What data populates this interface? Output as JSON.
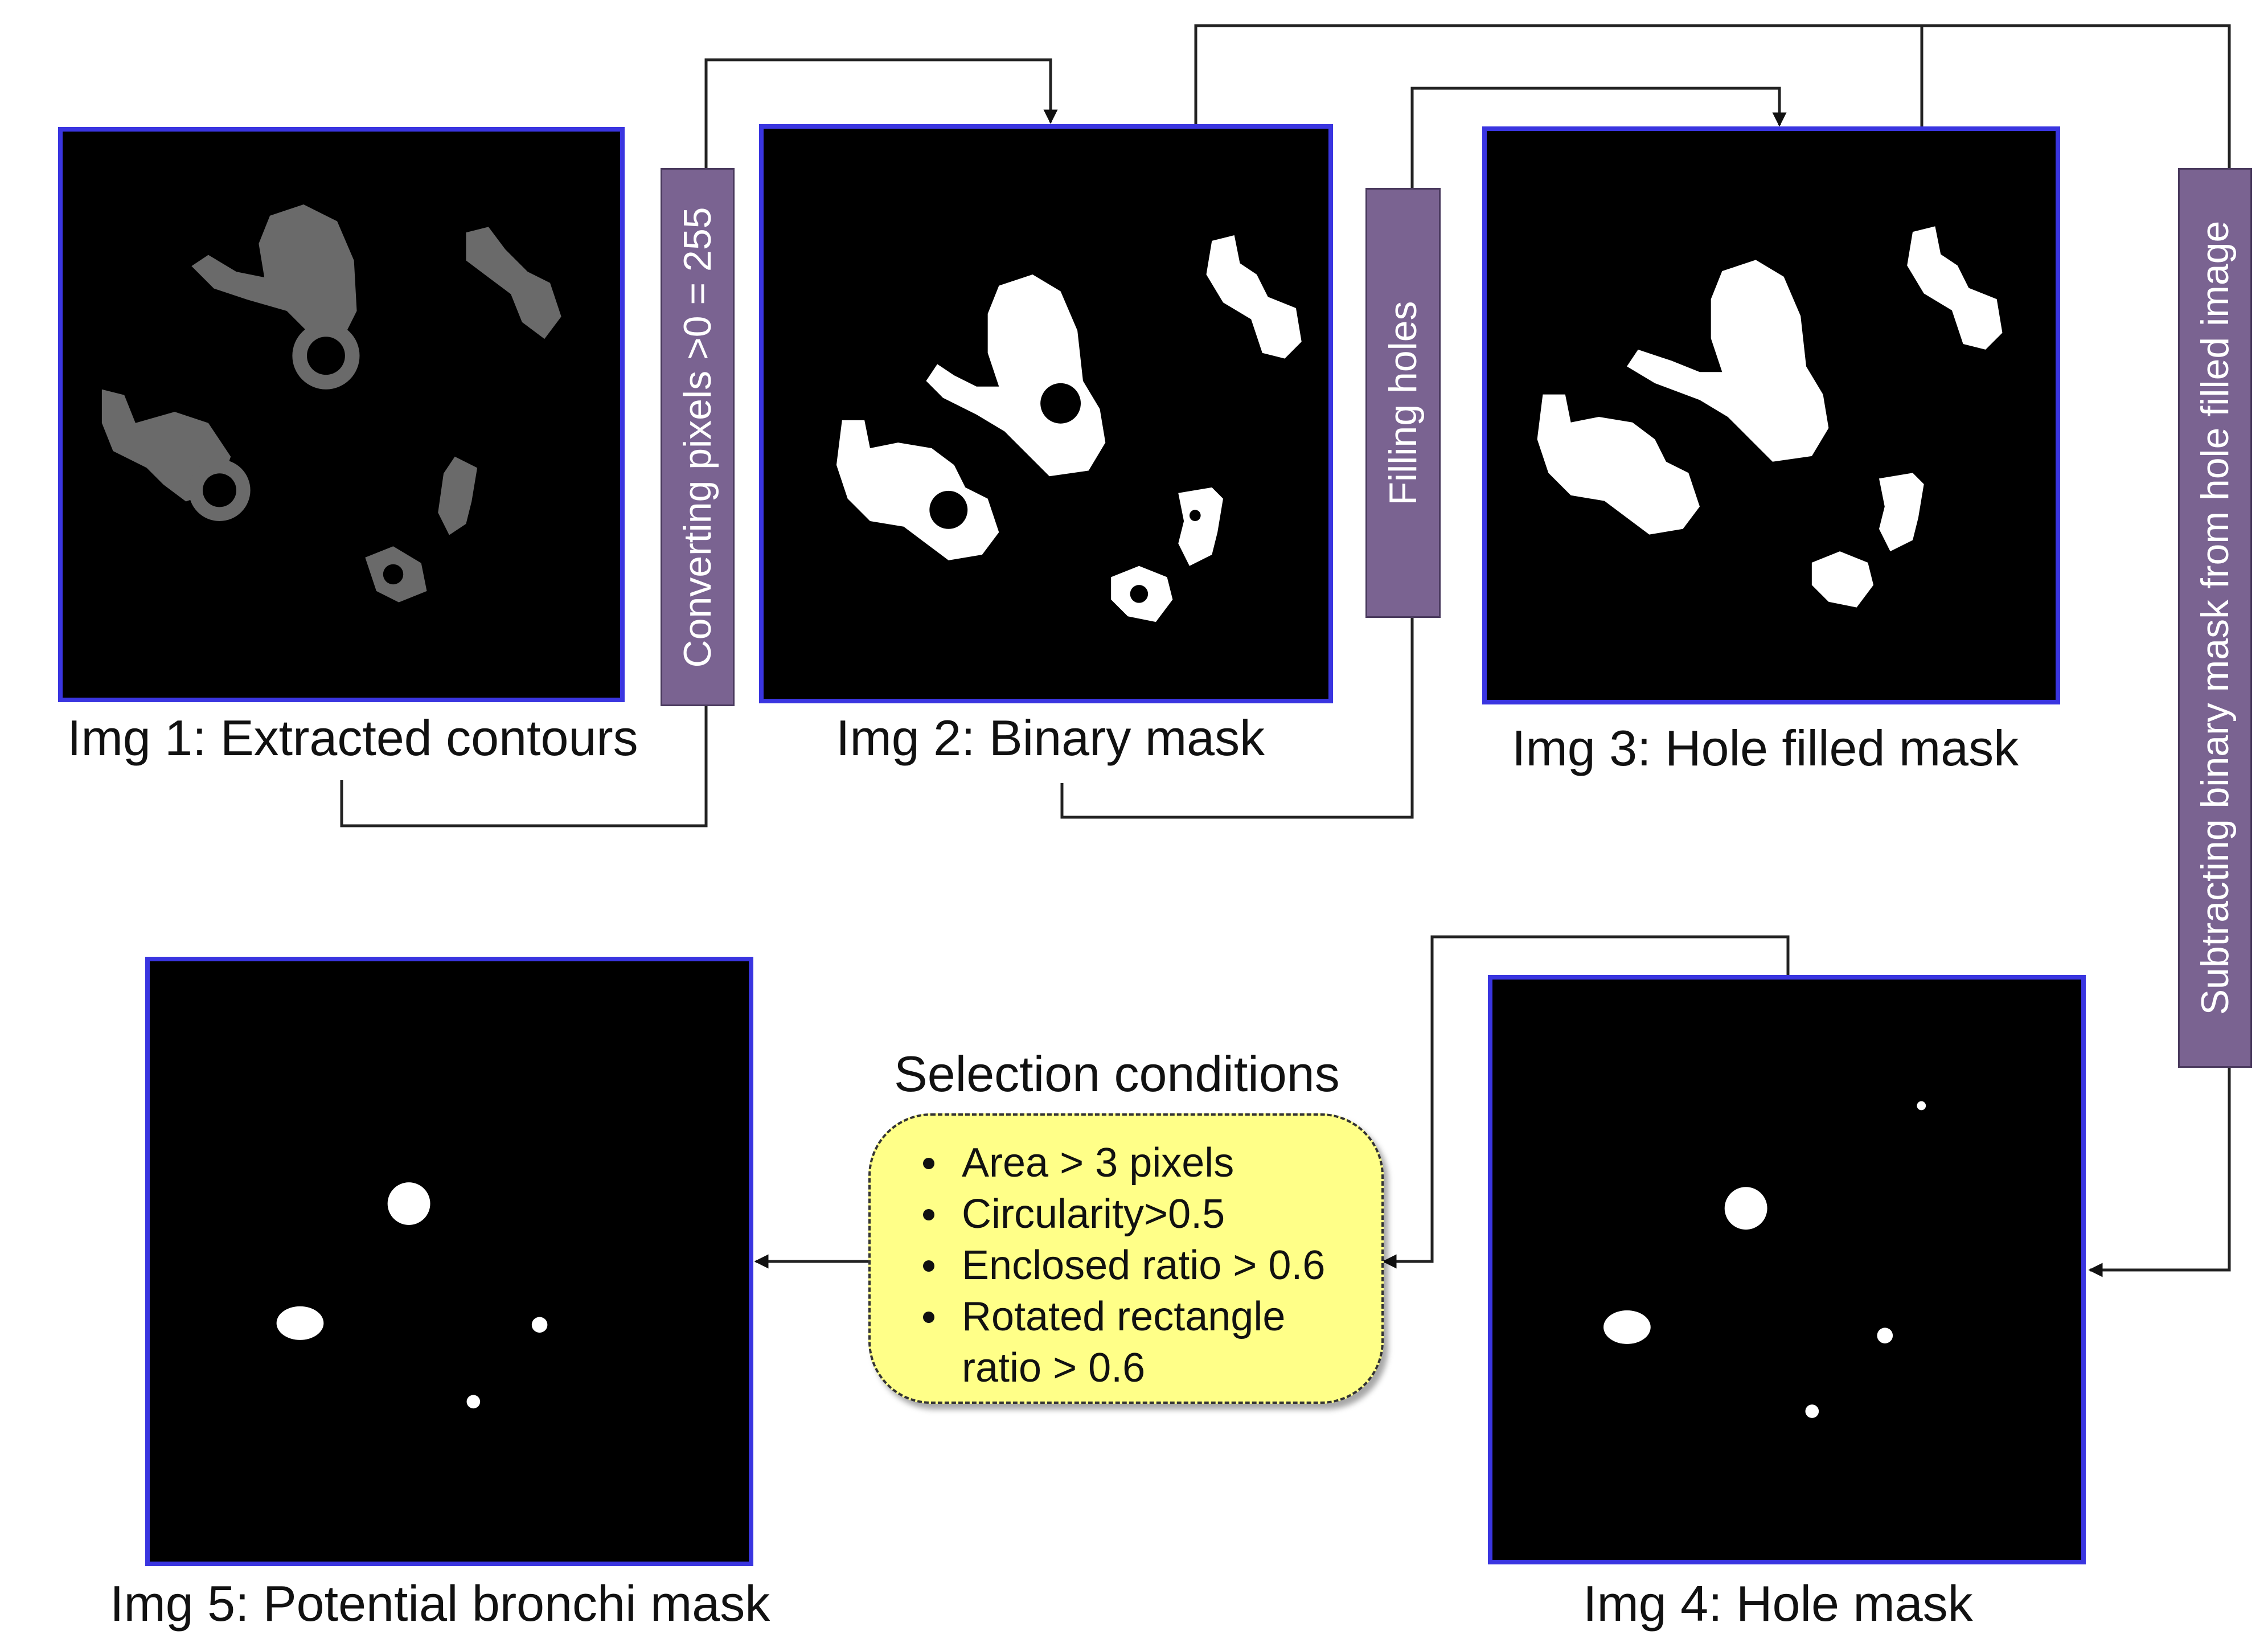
{
  "panels": [
    {
      "id": "img1",
      "caption": "Img 1: Extracted contours"
    },
    {
      "id": "img2",
      "caption": "Img 2: Binary mask"
    },
    {
      "id": "img3",
      "caption": "Img 3: Hole filled mask"
    },
    {
      "id": "img4",
      "caption": "Img 4: Hole mask"
    },
    {
      "id": "img5",
      "caption": "Img 5: Potential bronchi mask"
    }
  ],
  "steps": {
    "convert": "Converting pixels >0 = 255",
    "fill": "Filling holes",
    "subtract": "Subtracting binary mask from hole filled image"
  },
  "conditions": {
    "title": "Selection conditions",
    "items": [
      "Area > 3 pixels",
      "Circularity>0.5",
      "Enclosed ratio > 0.6",
      "Rotated rectangle ratio > 0.6"
    ]
  },
  "colors": {
    "panel_border": "#3a35e0",
    "step_fill": "#7a6391",
    "condition_fill": "#ffff88"
  }
}
